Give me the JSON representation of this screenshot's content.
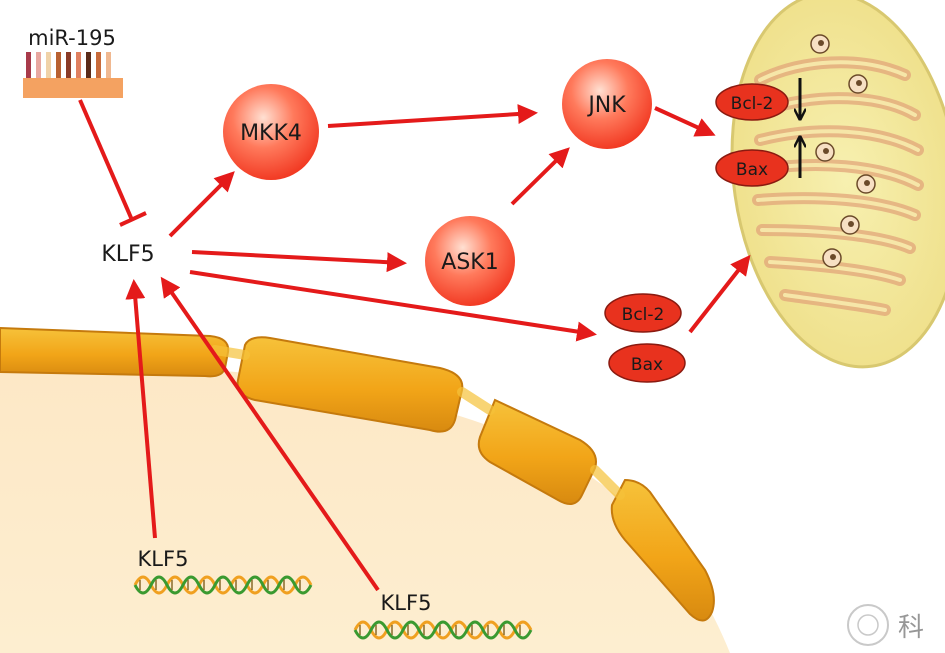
{
  "labels": {
    "mirna": "miR-195",
    "klf5_main": "KLF5",
    "mkk4": "MKK4",
    "jnk": "JNK",
    "ask1": "ASK1",
    "bcl2_cyto": "Bcl-2",
    "bax_cyto": "Bax",
    "bcl2_mito": "Bcl-2",
    "bax_mito": "Bax",
    "klf5_gene1": "KLF5",
    "klf5_gene2": "KLF5",
    "watermark": "科"
  },
  "colors": {
    "arrow": "#e41a1a",
    "node_red": "#ff3a22",
    "oval_red": "#e8321e",
    "mito_fill": "#f4ec9c",
    "membrane": "#e5a31c",
    "mirna_bar": "#f4a261"
  }
}
